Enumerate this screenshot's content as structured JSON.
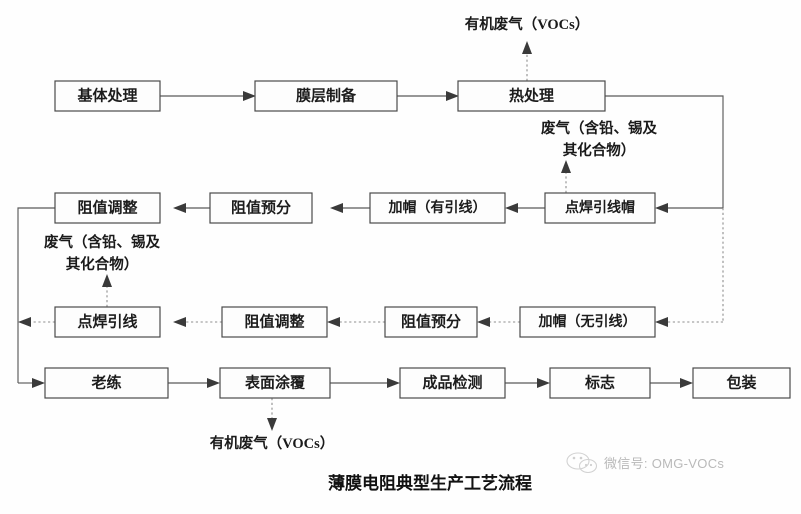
{
  "figure": {
    "caption": "薄膜电阻典型生产工艺流程",
    "watermark": {
      "label": "微信号: OMG-VOCs",
      "icon": "wechat-logo-icon"
    },
    "colors": {
      "background": "#fefefe",
      "box_fill": "#fdfdfd",
      "box_stroke": "#4a4a4a",
      "solid_connector": "#5a5a5a",
      "dotted_connector": "#8d8d8d",
      "arrowhead": "#3a3a3a",
      "text": "#1c1c1c",
      "watermark": "#b9b9b9"
    }
  },
  "chart_data": {
    "type": "diagram",
    "title": "薄膜电阻典型生产工艺流程",
    "diagram_kind": "process-flowchart",
    "rows": [
      {
        "row": 1,
        "direction": "left-to-right",
        "nodes": [
          "基体处理",
          "膜层制备",
          "热处理"
        ]
      },
      {
        "row": 2,
        "direction": "right-to-left",
        "nodes": [
          "点焊引线帽",
          "加帽（有引线）",
          "阻值预分",
          "阻值调整"
        ]
      },
      {
        "row": 3,
        "direction": "right-to-left",
        "nodes": [
          "加帽（无引线）",
          "阻值预分",
          "阻值调整",
          "点焊引线"
        ]
      },
      {
        "row": 4,
        "direction": "left-to-right",
        "nodes": [
          "老练",
          "表面涂覆",
          "成品检测",
          "标志",
          "包装"
        ]
      }
    ],
    "emissions": [
      {
        "from": "热处理",
        "label": "有机废气（VOCs）",
        "direction": "up"
      },
      {
        "from": "点焊引线帽",
        "label": "废气（含铅、锡及其化合物）",
        "direction": "up"
      },
      {
        "from": "点焊引线",
        "label": "废气（含铅、锡及其化合物）",
        "direction": "up"
      },
      {
        "from": "表面涂覆",
        "label": "有机废气（VOCs）",
        "direction": "down"
      }
    ]
  },
  "nodes": {
    "n1": "基体处理",
    "n2": "膜层制备",
    "n3": "热处理",
    "n4": "点焊引线帽",
    "n5": "加帽（有引线）",
    "n6": "阻值预分",
    "n7": "阻值调整",
    "n8": "加帽（无引线）",
    "n9": "阻值预分",
    "n10": "阻值调整",
    "n11": "点焊引线",
    "n12": "老练",
    "n13": "表面涂覆",
    "n14": "成品检测",
    "n15": "标志",
    "n16": "包装"
  },
  "emissions": {
    "e1_line1": "有机废气（VOCs）",
    "e2_line1": "废气（含铅、锡及",
    "e2_line2": "其化合物）",
    "e3_line1": "废气（含铅、锡及",
    "e3_line2": "其化合物）",
    "e4_line1": "有机废气（VOCs）"
  }
}
